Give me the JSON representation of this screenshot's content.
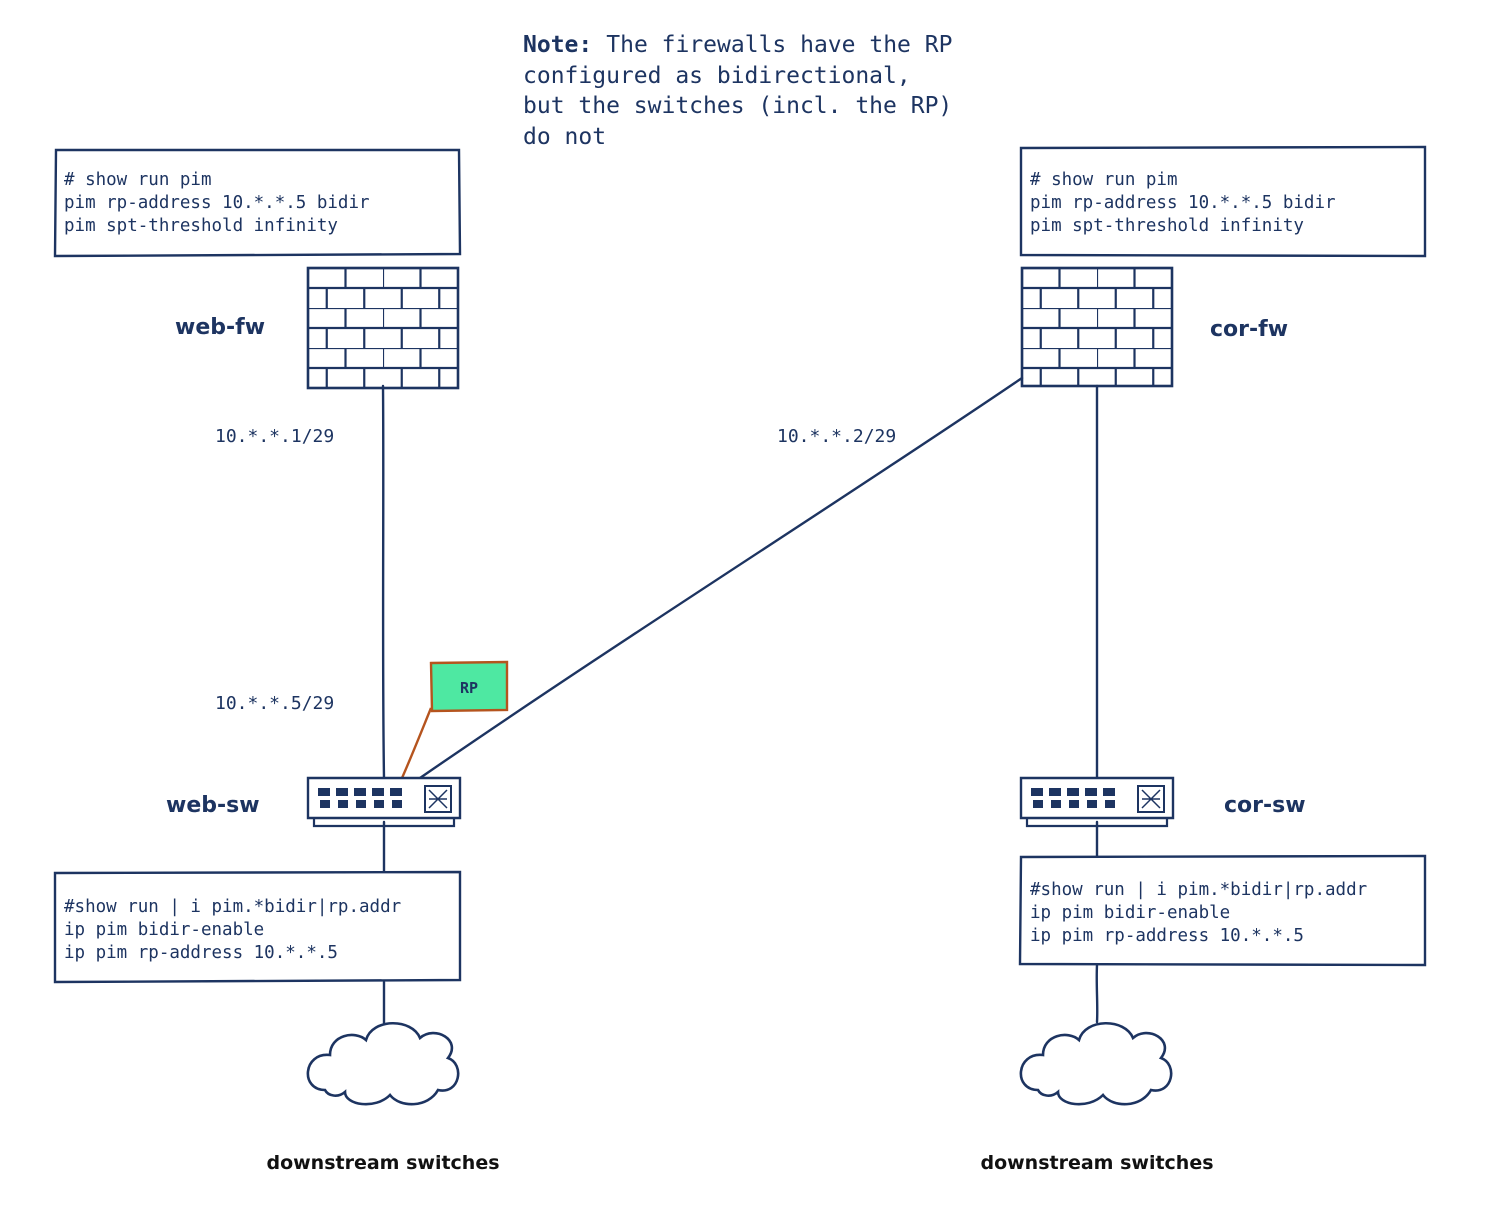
{
  "note": {
    "bold": "Note:",
    "line1": "The firewalls have the RP",
    "line2": "configured as bidirectional,",
    "line3": "but the switches (incl. the RP)",
    "line4": "do not"
  },
  "web_fw": {
    "label": "web-fw",
    "config": [
      "# show run pim",
      "pim rp-address 10.*.*.5 bidir",
      "pim spt-threshold infinity"
    ],
    "ip": "10.*.*.1/29"
  },
  "cor_fw": {
    "label": "cor-fw",
    "config": [
      "# show run pim",
      "pim rp-address 10.*.*.5 bidir",
      "pim spt-threshold infinity"
    ],
    "ip": "10.*.*.2/29"
  },
  "web_sw": {
    "label": "web-sw",
    "ip": "10.*.*.5/29",
    "rp_flag": "RP",
    "config": [
      "#show run | i pim.*bidir|rp.addr",
      "ip pim bidir-enable",
      "ip pim rp-address 10.*.*.5"
    ]
  },
  "cor_sw": {
    "label": "cor-sw",
    "config": [
      "#show run | i pim.*bidir|rp.addr",
      "ip pim bidir-enable",
      "ip pim rp-address 10.*.*.5"
    ]
  },
  "clouds": {
    "left_label": "downstream switches",
    "right_label": "downstream switches"
  },
  "colors": {
    "ink": "#1d3461",
    "rp_fill": "#4ee8a2",
    "rp_border": "#b5541e"
  },
  "icons": [
    "firewall-icon",
    "switch-icon",
    "cloud-icon",
    "flag-icon"
  ]
}
